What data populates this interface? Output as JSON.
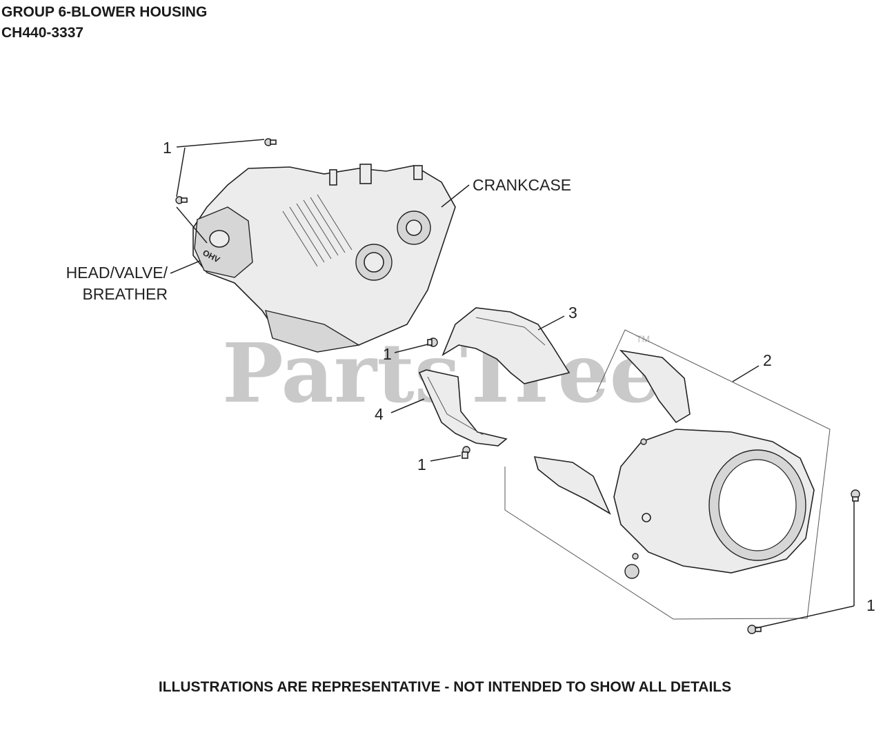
{
  "header": {
    "title": "GROUP 6-BLOWER HOUSING",
    "model": "CH440-3337"
  },
  "watermark": {
    "text": "PartsTree",
    "trademark": "TM"
  },
  "callouts": {
    "c1a": "1",
    "c1b": "1",
    "c1c": "1",
    "c1d": "1",
    "c2": "2",
    "c3": "3",
    "c4": "4"
  },
  "labels": {
    "crankcase": "CRANKCASE",
    "head_line1": "HEAD/VALVE/",
    "head_line2": "BREATHER"
  },
  "engine_badge": "OHV",
  "footer": "ILLUSTRATIONS ARE REPRESENTATIVE - NOT INTENDED TO SHOW ALL DETAILS"
}
